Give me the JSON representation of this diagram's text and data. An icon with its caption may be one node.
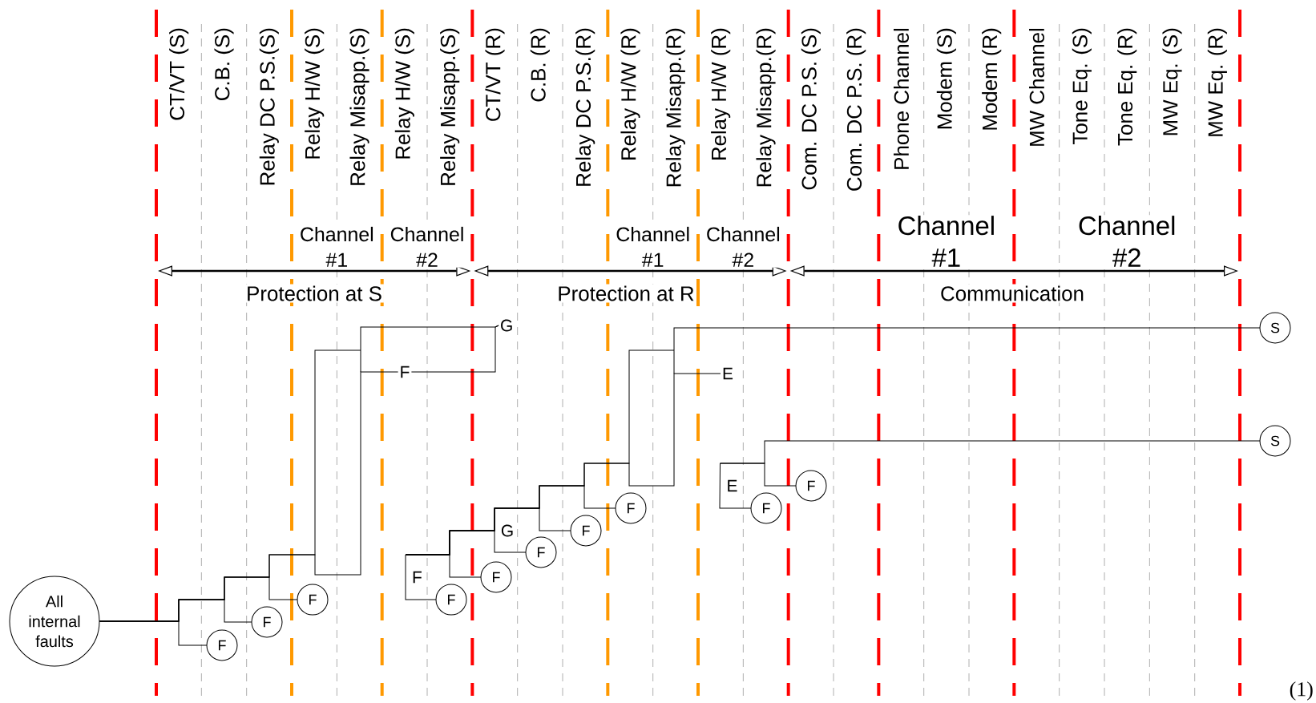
{
  "diagram": {
    "nodes": [
      {
        "text": [
          "All internal faults"
        ]
      },
      {
        "text": [
          "F"
        ]
      },
      {
        "text": [
          "F"
        ]
      },
      {
        "text": [
          "F"
        ]
      },
      {
        "text": [
          "G"
        ]
      },
      {
        "text": [
          "F"
        ]
      },
      {
        "text": [
          "F"
        ]
      },
      {
        "text": [
          "F"
        ]
      },
      {
        "text": [
          "F"
        ]
      },
      {
        "text": [
          "F"
        ]
      },
      {
        "text": [
          "F"
        ]
      },
      {
        "text": [
          "E"
        ]
      },
      {
        "text": [
          "S"
        ]
      },
      {
        "text": [
          "E"
        ]
      },
      {
        "text": [
          "F"
        ]
      },
      {
        "text": [
          "F"
        ]
      },
      {
        "text": [
          "S"
        ]
      },
      {
        "text": [
          "F"
        ]
      }
    ],
    "edges": [
      {
        "from": 0,
        "to": 1,
        "arrow": "none"
      },
      {
        "from": 0,
        "to": 2,
        "arrow": "none"
      },
      {
        "from": 0,
        "to": 3,
        "arrow": "none"
      },
      {
        "from": 0,
        "to": 4,
        "arrow": "none"
      },
      {
        "from": 0,
        "to": 17,
        "arrow": "none"
      },
      {
        "from": 5,
        "to": 6,
        "arrow": "none"
      },
      {
        "from": 5,
        "to": 7,
        "arrow": "none"
      },
      {
        "from": 5,
        "to": 8,
        "arrow": "none"
      },
      {
        "from": 5,
        "to": 9,
        "arrow": "none"
      },
      {
        "from": 5,
        "to": 10,
        "arrow": "none"
      },
      {
        "from": 5,
        "to": 12,
        "arrow": "none"
      },
      {
        "from": 5,
        "to": 11,
        "arrow": "none"
      },
      {
        "from": 13,
        "to": 14,
        "arrow": "none"
      },
      {
        "from": 13,
        "to": 15,
        "arrow": "none"
      },
      {
        "from": 13,
        "to": 16,
        "arrow": "none"
      },
      {
        "from": 17,
        "to": 4,
        "arrow": "none"
      }
    ],
    "labels": [
      "CT/VT (S)",
      "C.B. (S)",
      "Relay DC P.S.(S)",
      "Relay H/W (S)",
      "Relay Misapp.(S)",
      "Relay H/W (S)",
      "Relay Misapp.(S)",
      "CT/VT (R)",
      "C.B. (R)",
      "Relay DC P.S.(R)",
      "Relay H/W (R)",
      "Relay Misapp.(R)",
      "Relay H/W (R)",
      "Relay Misapp.(R)",
      "Com. DC P.S. (S)",
      "Com. DC P.S. (R)",
      "Phone Channel",
      "Modem (S)",
      "Modem (R)",
      "MW Channel",
      "Tone Eq. (S)",
      "Tone Eq. (R)",
      "MW Eq. (S)",
      "MW Eq. (R)",
      "Channel #1",
      "Channel #2",
      "Channel #1",
      "Channel #2",
      "Channel #1",
      "Channel #2",
      "Protection at S",
      "Protection at R",
      "Communication",
      "G",
      "(1)"
    ]
  }
}
